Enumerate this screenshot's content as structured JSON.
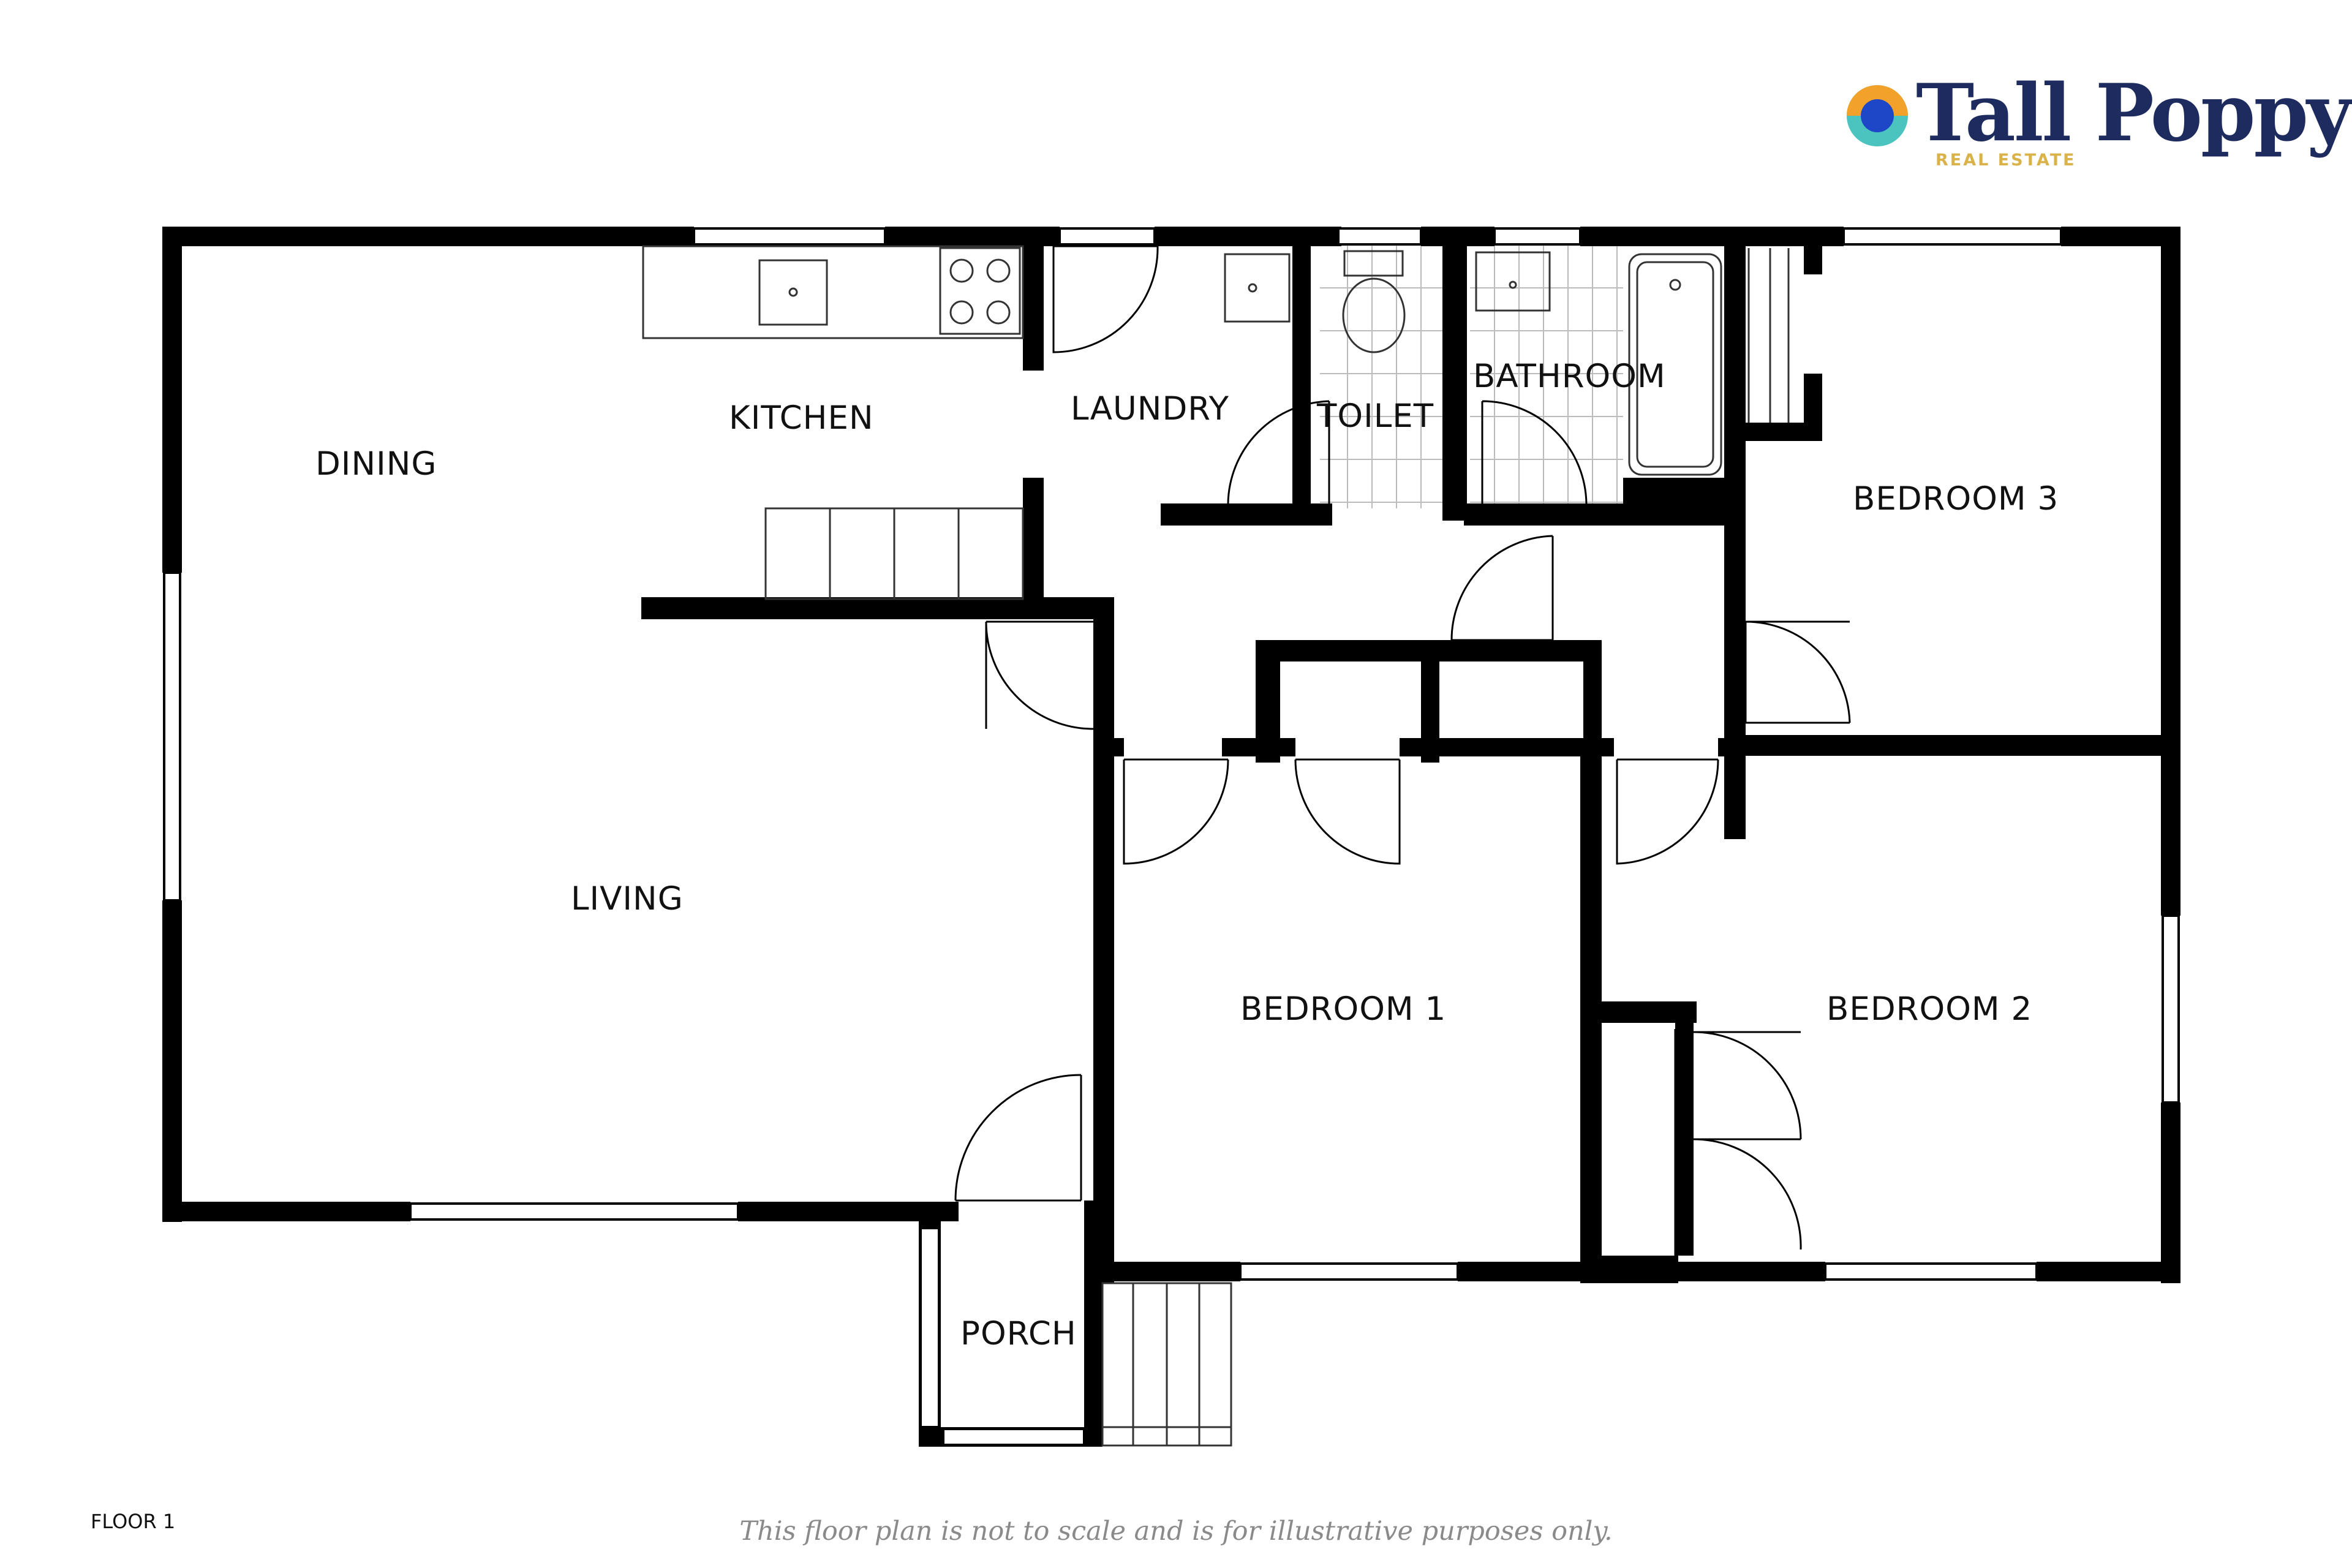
{
  "brand": {
    "name": "Tall Poppy",
    "tagline": "REAL ESTATE",
    "colors": {
      "navy": "#1d2b5e",
      "gold": "#d9b24a",
      "teal": "#4bc4c0",
      "orange": "#f2a22b",
      "blue": "#1e47c8"
    },
    "icon": "poppy-logo-icon"
  },
  "rooms": {
    "dining": "DINING",
    "kitchen": "KITCHEN",
    "laundry": "LAUNDRY",
    "toilet": "TOILET",
    "bathroom": "BATHROOM",
    "bedroom3": "BEDROOM 3",
    "living": "LIVING",
    "bedroom1": "BEDROOM 1",
    "bedroom2": "BEDROOM 2",
    "porch": "PORCH"
  },
  "footer": {
    "floor": "FLOOR 1",
    "disclaimer": "This floor plan is not to scale and is for illustrative purposes only."
  },
  "colors": {
    "wall": "#000000",
    "fixture": "#333333",
    "tile": "#bbbbbb"
  }
}
